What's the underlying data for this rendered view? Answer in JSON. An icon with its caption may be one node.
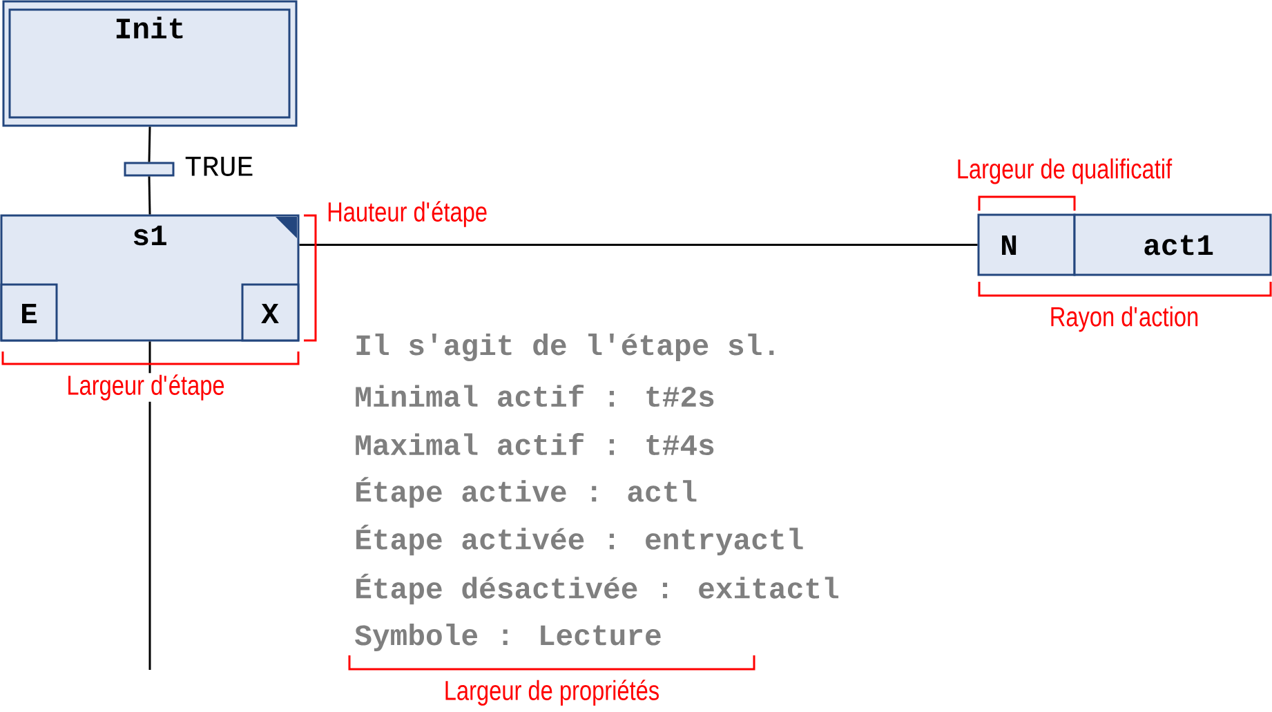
{
  "diagram": {
    "nodes": [
      {
        "text": [
          "Init"
        ]
      },
      {
        "text": [],
        "shape": "bar",
        "beside": [
          "TRUE"
        ]
      },
      {
        "text": [
          "s1"
        ]
      },
      {
        "text": [
          "E"
        ],
        "in": 2
      },
      {
        "text": [
          "X"
        ],
        "in": 2
      },
      {
        "text": [
          "N"
        ]
      },
      {
        "text": [
          "act1"
        ]
      }
    ],
    "edges": [
      {
        "from": 0,
        "to": 1,
        "arrow": "none"
      },
      {
        "from": 1,
        "to": 2,
        "arrow": "none"
      },
      {
        "from": 2,
        "to": 5,
        "arrow": "none"
      },
      {
        "from": 2,
        "to": null,
        "arrow": "none"
      }
    ],
    "labels": [
      "Largeur de qualificatif",
      "Hauteur d'étape",
      "Rayon d'action",
      "Il s'agit de l'étape sl.",
      "Largeur d'étape",
      "Minimal actif : t#2s",
      "Maximal actif : t#4s",
      "Étape active : actl",
      "Étape activée : entryactl",
      "Étape désactivée : exitactl",
      "Symbole : Lecture",
      "Largeur de propriétés"
    ]
  }
}
